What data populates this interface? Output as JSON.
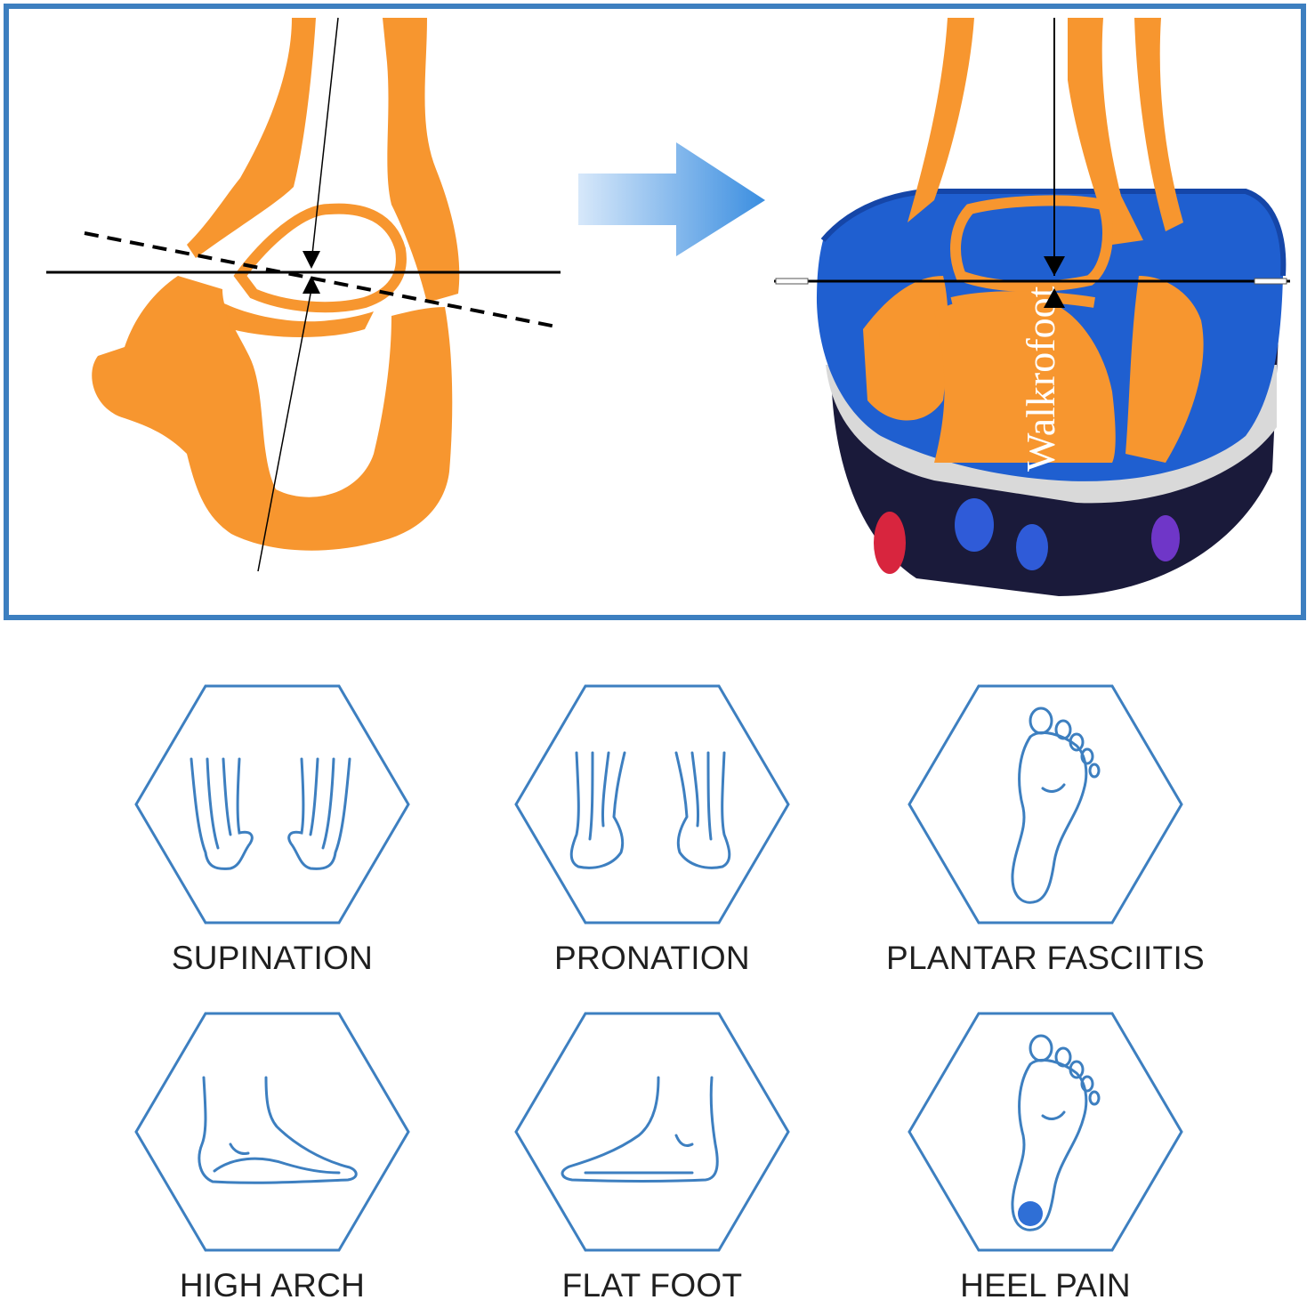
{
  "panel": {
    "border_color": "#3d7fc0",
    "bone_color": "#f7962f",
    "insole_brand": "Walkrofoot",
    "insole_color": "#1f5fd0"
  },
  "conditions": [
    {
      "label": "SUPINATION",
      "icon": "supination-feet-icon"
    },
    {
      "label": "PRONATION",
      "icon": "pronation-feet-icon"
    },
    {
      "label": "PLANTAR FASCIITIS",
      "icon": "foot-sole-icon"
    },
    {
      "label": "HIGH ARCH",
      "icon": "high-arch-foot-icon"
    },
    {
      "label": "FLAT FOOT",
      "icon": "flat-foot-icon"
    },
    {
      "label": "HEEL PAIN",
      "icon": "heel-pain-foot-icon"
    }
  ],
  "icon_color": "#3d7fc0"
}
